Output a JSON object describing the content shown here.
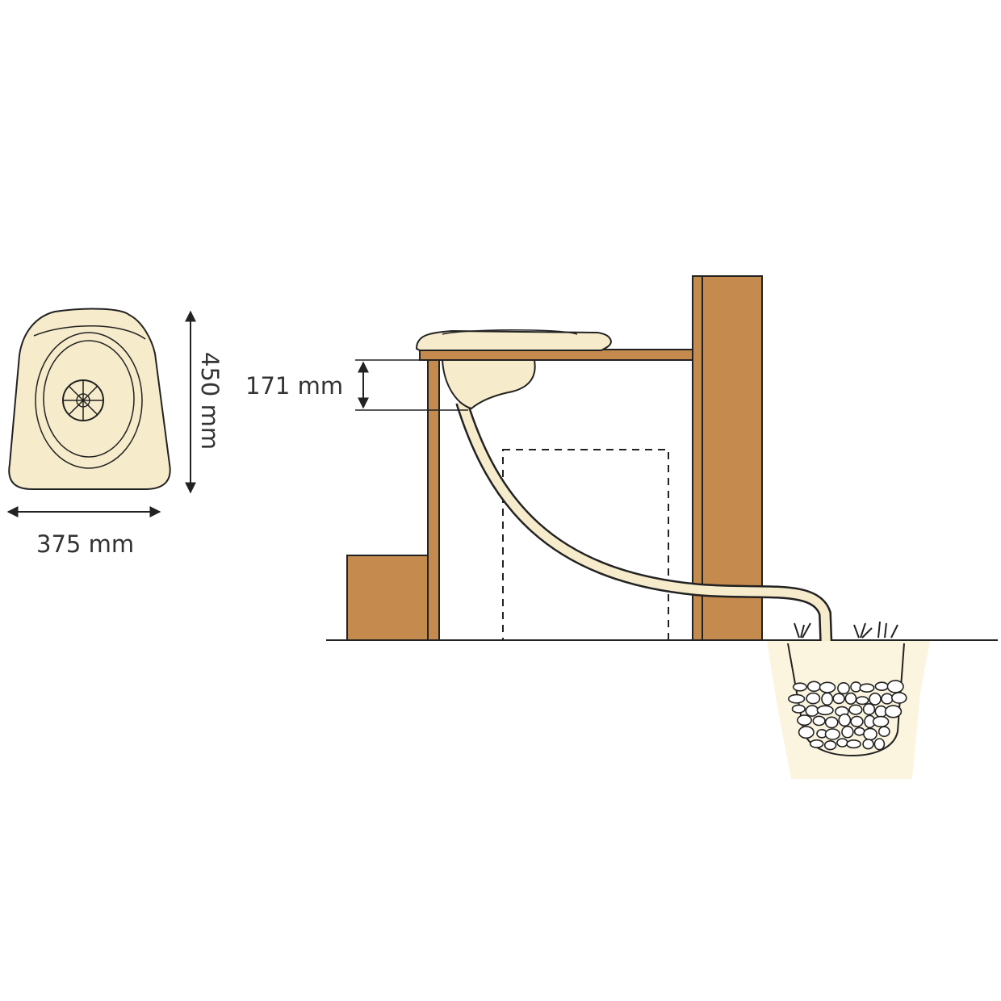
{
  "dimensions": {
    "width_label": "375 mm",
    "height_label": "450 mm",
    "drop_label": "171 mm"
  },
  "colors": {
    "wood": "#C48A4E",
    "cream": "#F6EBCB",
    "pit_fill": "#FBF4DE",
    "outline": "#222222"
  },
  "icons": {
    "separator": "wheel-grid-icon",
    "arrow": "double-arrow-icon"
  }
}
